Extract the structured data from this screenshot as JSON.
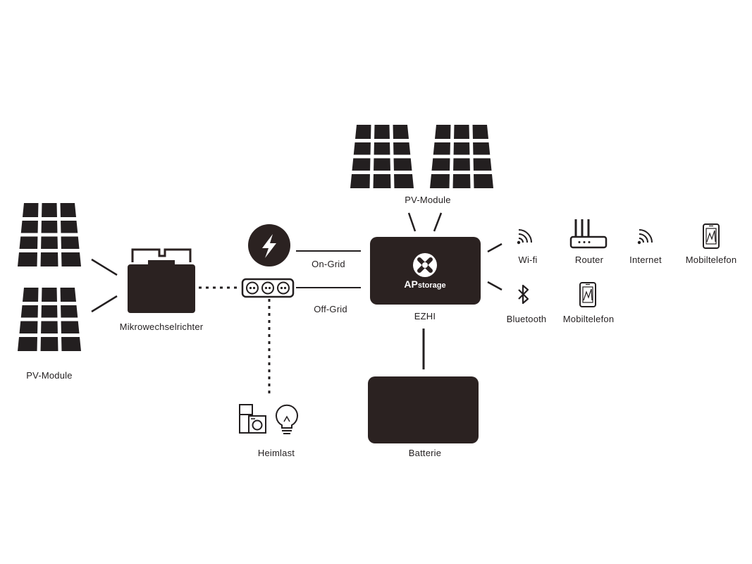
{
  "labels": {
    "pv_left": "PV-Module",
    "pv_top": "PV-Module",
    "microinverter": "Mikrowechselrichter",
    "on_grid": "On-Grid",
    "off_grid": "Off-Grid",
    "ezhi": "EZHI",
    "battery": "Batterie",
    "home_load": "Heimlast",
    "wifi": "Wi-fi",
    "router": "Router",
    "internet": "Internet",
    "mobile_top": "Mobiltelefon",
    "bluetooth": "Bluetooth",
    "mobile_bottom": "Mobiltelefon"
  },
  "brand": {
    "ap": "AP",
    "storage": "storage"
  },
  "colors": {
    "ink": "#231f20",
    "device": "#2b2221",
    "background": "#ffffff"
  }
}
